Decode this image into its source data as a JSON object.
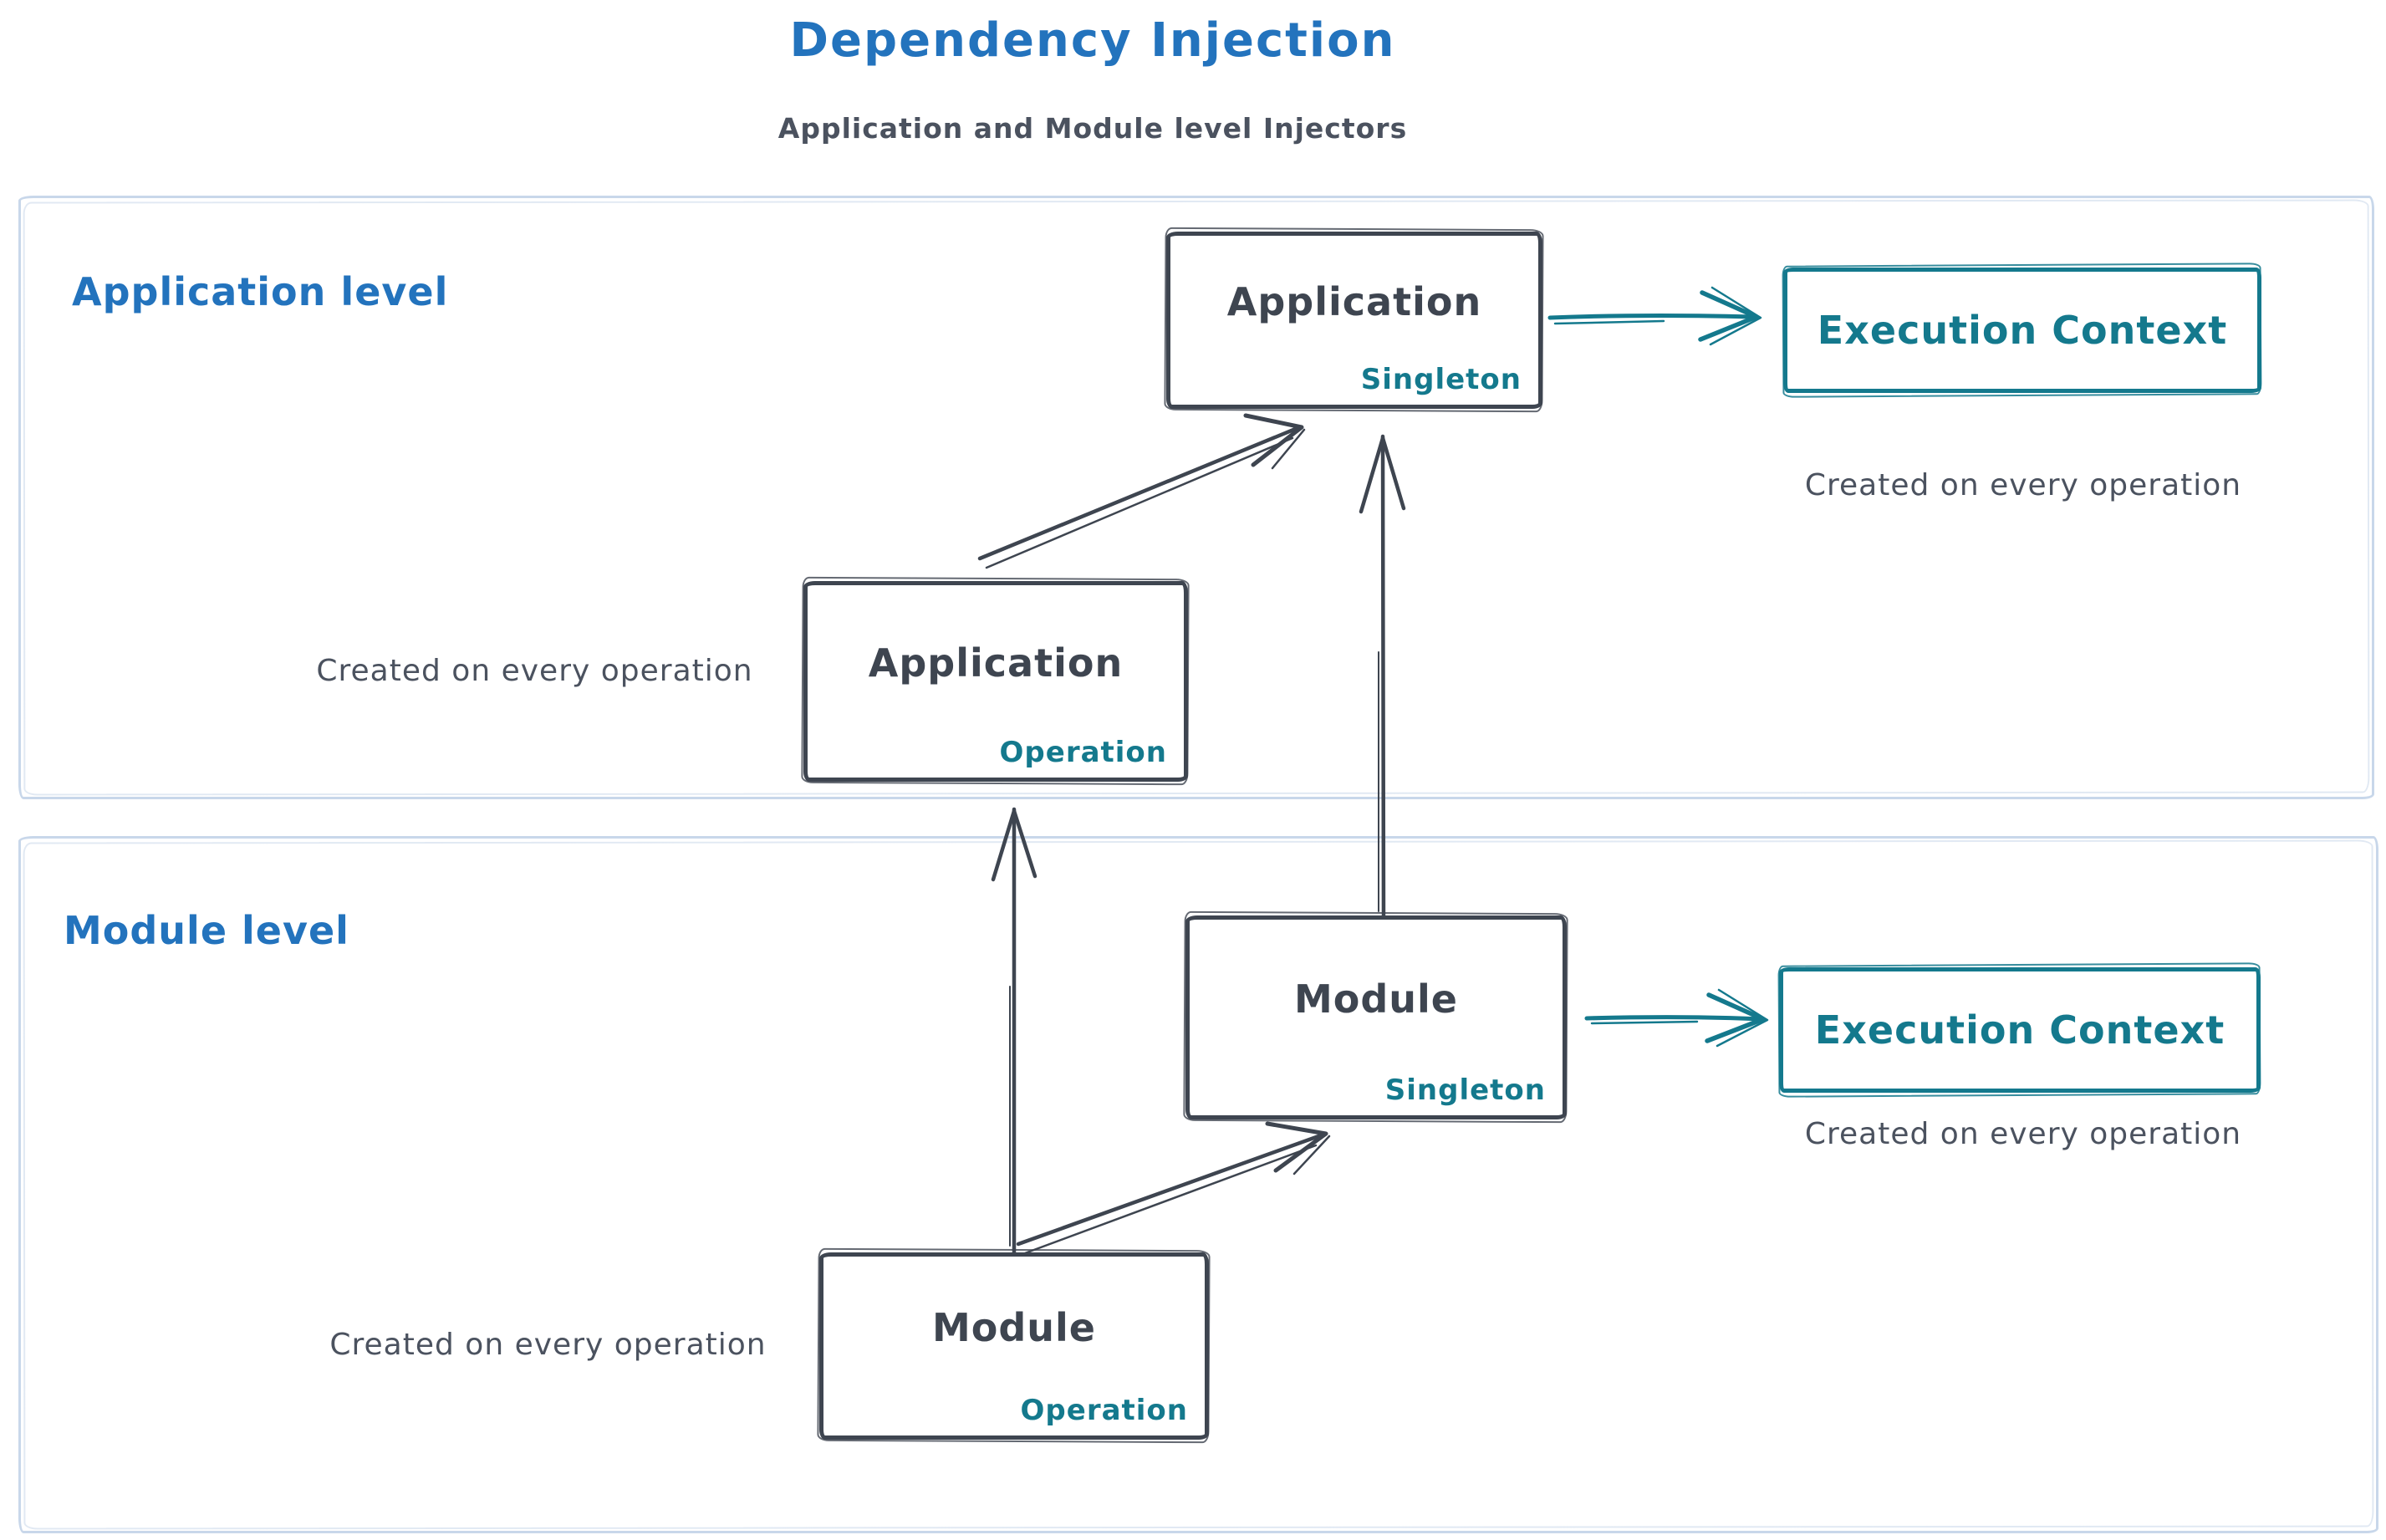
{
  "header": {
    "title": "Dependency Injection",
    "subtitle": "Application and Module level Injectors"
  },
  "colors": {
    "blue": "#2373bd",
    "teal": "#14798d",
    "dark": "#3e4550",
    "text_dark": "#4b525f",
    "frame_blue": "#c8d7ea",
    "background": "#ffffff"
  },
  "application_level": {
    "label": "Application level",
    "singleton_box": {
      "title": "Application",
      "tag": "Singleton"
    },
    "operation_box": {
      "title": "Application",
      "tag": "Operation"
    },
    "operation_note": "Created on every operation",
    "execution_context_box": {
      "title": "Execution Context"
    },
    "execution_note": "Created on every operation"
  },
  "module_level": {
    "label": "Module level",
    "singleton_box": {
      "title": "Module",
      "tag": "Singleton"
    },
    "operation_box": {
      "title": "Module",
      "tag": "Operation"
    },
    "operation_note": "Created on every operation",
    "execution_context_box": {
      "title": "Execution Context"
    },
    "execution_note": "Created on every operation"
  },
  "relationships": [
    {
      "from": "Application Singleton",
      "to": "Execution Context (application)",
      "style": "teal"
    },
    {
      "from": "Application Operation",
      "to": "Application Singleton",
      "style": "dark"
    },
    {
      "from": "Module Singleton",
      "to": "Application Singleton",
      "style": "dark"
    },
    {
      "from": "Module Operation",
      "to": "Application Operation",
      "style": "dark"
    },
    {
      "from": "Module Singleton",
      "to": "Execution Context (module)",
      "style": "teal"
    },
    {
      "from": "Module Operation",
      "to": "Module Singleton",
      "style": "dark"
    }
  ]
}
